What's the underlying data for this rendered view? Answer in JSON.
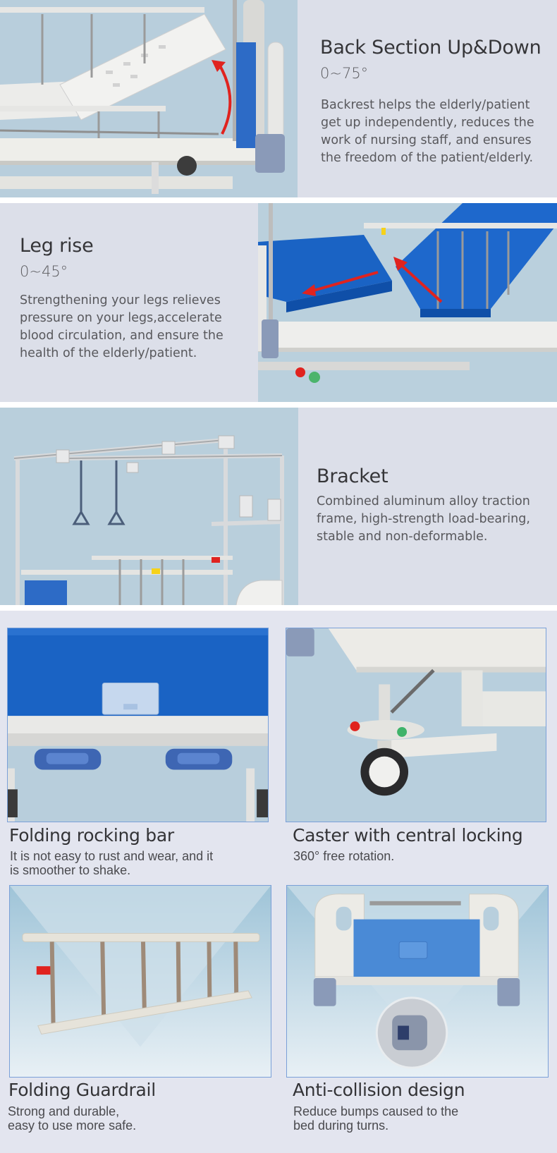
{
  "features": [
    {
      "title": "Back Section Up&Down",
      "range": "0~75°",
      "description": "Backrest helps the elderly/patient\nget up independently, reduces the\nwork of nursing staff, and ensures\nthe freedom of the patient/elderly."
    },
    {
      "title": "Leg rise",
      "range": "0~45°",
      "description": "Strengthening your legs relieves\npressure on your legs,accelerate\nblood circulation, and ensure the\nhealth of the elderly/patient."
    },
    {
      "title": "Bracket",
      "description": "Combined aluminum alloy traction\nframe, high-strength load-bearing,\nstable and non-deformable."
    }
  ],
  "tiles": [
    {
      "title": "Folding rocking bar",
      "description": "It is not easy to rust and wear, and it\nis smoother to shake."
    },
    {
      "title": "Caster with central locking",
      "description": "360° free rotation."
    },
    {
      "title": "Folding Guardrail",
      "description": "Strong and durable,\neasy to use more safe."
    },
    {
      "title": "Anti-collision design",
      "description": "Reduce bumps caused to the\nbed during turns."
    }
  ],
  "colors": {
    "background": "#dcdfe9",
    "photo_background": "#b9cfdc",
    "mattress_blue": "#1a63c4",
    "arrow_red": "#e0231f",
    "tile_border": "#7aa0d8"
  }
}
